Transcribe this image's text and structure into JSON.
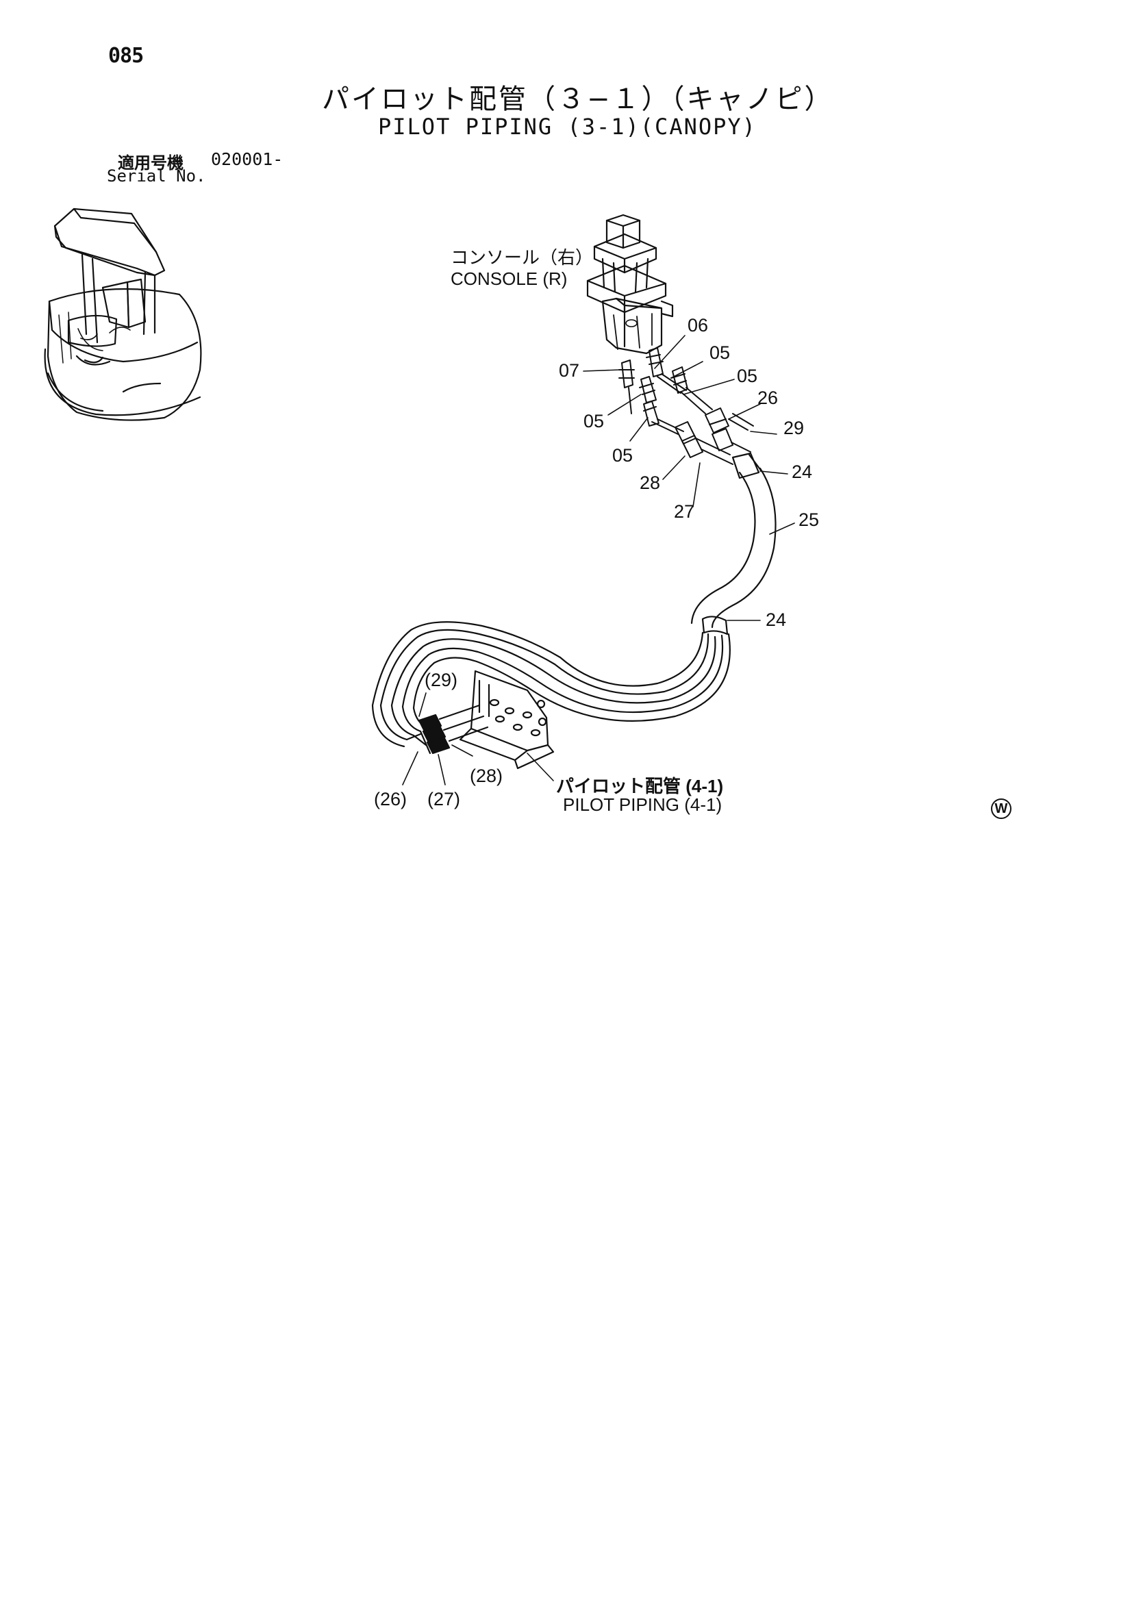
{
  "page": {
    "number": "085",
    "title_jp": "パイロット配管（３−１）（キャノピ）",
    "title_en": "PILOT PIPING (3-1)(CANOPY)",
    "serial_label_jp": "適用号機",
    "serial_label_en": "Serial No.",
    "serial_value": "020001-",
    "watermark": "W"
  },
  "diagram": {
    "labels": {
      "console_jp": "コンソール（右）",
      "console_en": "CONSOLE (R)",
      "piping_jp": "パイロット配管 (4-1)",
      "piping_en": "PILOT PIPING (4-1)"
    },
    "callouts": [
      "06",
      "05",
      "05",
      "07",
      "05",
      "26",
      "05",
      "29",
      "24",
      "28",
      "27",
      "25",
      "24",
      "(29)",
      "(28)",
      "(26)",
      "(27)"
    ]
  }
}
